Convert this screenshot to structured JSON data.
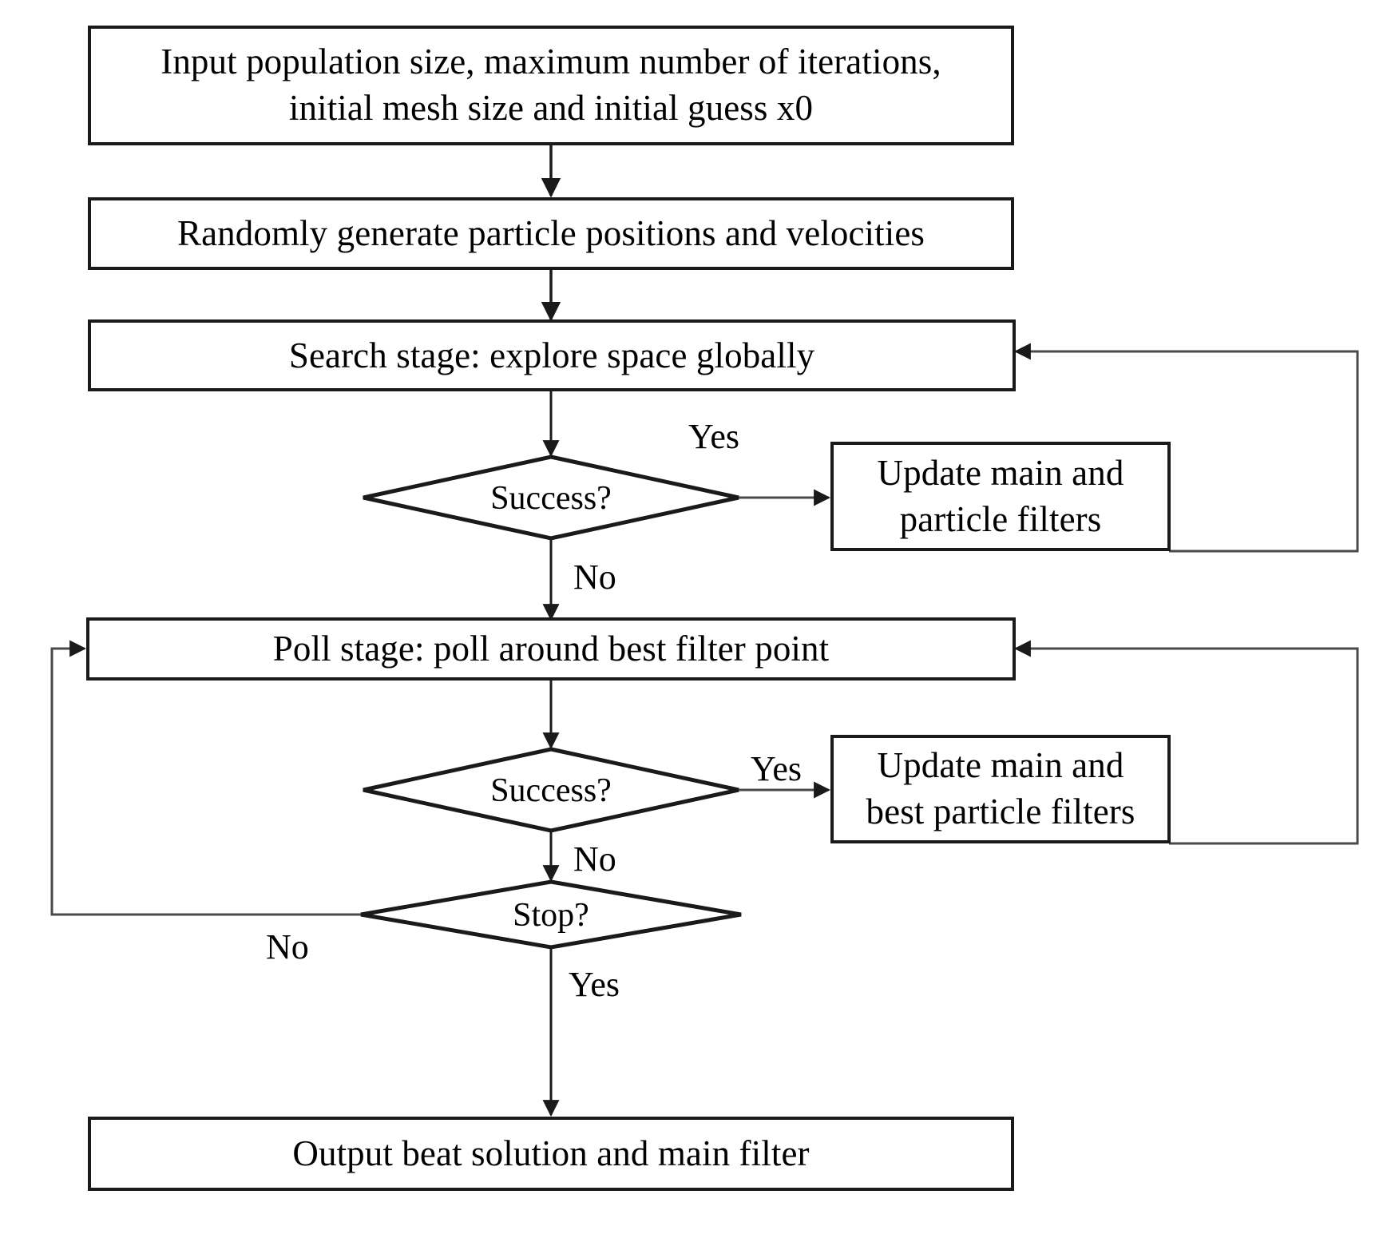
{
  "diagram": {
    "type": "flowchart",
    "title": "Hybrid particle swarm / mesh adaptive direct search algorithm flowchart",
    "background_color": "#ffffff",
    "line_color": "#1a1a1a",
    "text_color": "#000000"
  },
  "nodes": {
    "input": {
      "shape": "process",
      "line1": "Input population size, maximum number of iterations,",
      "line2": "initial mesh size and initial guess x0"
    },
    "generate": {
      "shape": "process",
      "line1": "Randomly generate particle positions and velocities"
    },
    "search_stage": {
      "shape": "process",
      "line1": "Search stage: explore space globally"
    },
    "success_1": {
      "shape": "decision",
      "line1": "Success?"
    },
    "update_1": {
      "shape": "process",
      "line1": "Update main and",
      "line2": "particle filters"
    },
    "poll_stage": {
      "shape": "process",
      "line1": "Poll stage: poll around best filter point"
    },
    "success_2": {
      "shape": "decision",
      "line1": "Success?"
    },
    "update_2": {
      "shape": "process",
      "line1": "Update main and",
      "line2": "best particle filters"
    },
    "stop": {
      "shape": "decision",
      "line1": "Stop?"
    },
    "output": {
      "shape": "process",
      "line1": "Output beat solution and main filter"
    }
  },
  "edge_labels": {
    "success1_yes": "Yes",
    "success1_no": "No",
    "success2_yes": "Yes",
    "success2_no": "No",
    "stop_no": "No",
    "stop_yes": "Yes"
  }
}
